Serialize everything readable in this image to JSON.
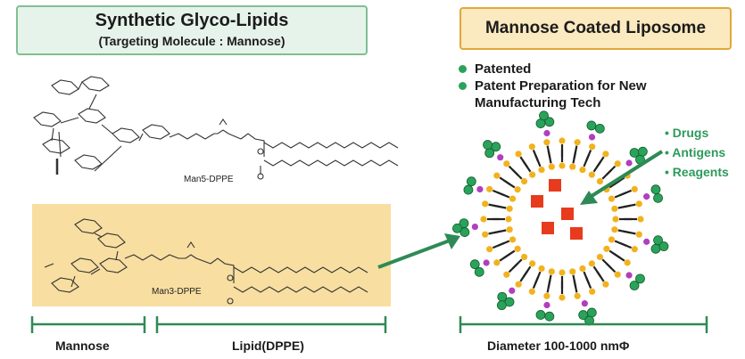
{
  "left_panel": {
    "title": "Synthetic Glyco-Lipids",
    "subtitle": "(Targeting Molecule : Mannose)"
  },
  "molecules": {
    "top_label": "Man5-DPPE",
    "bottom_label": "Man3-DPPE"
  },
  "right_panel": {
    "title": "Mannose Coated Liposome",
    "bullets": [
      "Patented",
      "Patent Preparation for New",
      "Manufacturing Tech"
    ]
  },
  "cargo": [
    "• Drugs",
    "• Antigens",
    "• Reagents"
  ],
  "brackets": {
    "mannose": "Mannose",
    "lipid": "Lipid(DPPE)",
    "diameter": "Diameter 100-1000 nmΦ"
  },
  "colors": {
    "green": "#2aa35a",
    "highlight": "#f8dea0",
    "red": "#e83a1c",
    "gold": "#f2b21e",
    "purple": "#b03fc0"
  }
}
